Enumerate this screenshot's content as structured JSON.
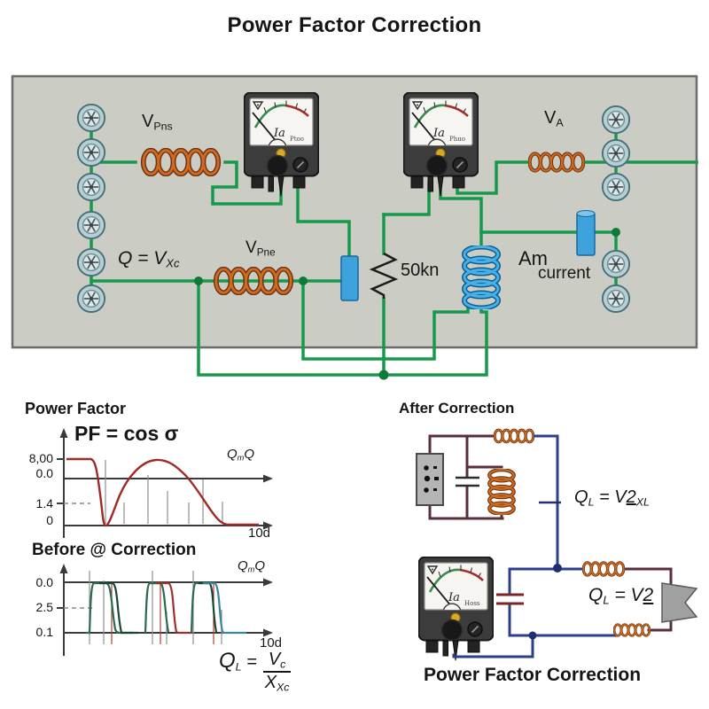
{
  "title": "Power Factor Correction",
  "panel": {
    "vpns": {
      "main": "V",
      "sub": "Pns"
    },
    "va": {
      "main": "V",
      "sub": "A"
    },
    "q_vxc": {
      "main": "Q = V",
      "sub": "Xc"
    },
    "vpne": {
      "main": "V",
      "sub": "Pne"
    },
    "resistor_value": "50kn",
    "am": "Am",
    "current": "current"
  },
  "meters": [
    {
      "reading": "Ia",
      "unit": "Ptoo"
    },
    {
      "reading": "Ia",
      "unit": "Phuo"
    },
    {
      "reading": "Ia",
      "unit": "Hoss"
    }
  ],
  "pf_graph": {
    "heading": "Power Factor",
    "formula": "PF = cos σ",
    "y_labels": [
      "8,00",
      "0.0",
      "1.4",
      "0"
    ],
    "x_axis_label": {
      "main": "Q",
      "sub": "m",
      "tail": "Q"
    },
    "x_end_label": "10d"
  },
  "before_graph": {
    "heading": "Before @ Correction",
    "y_labels": [
      "0.0",
      "2.5",
      "0.1"
    ],
    "x_axis_label": {
      "main": "Q",
      "sub": "m",
      "tail": "Q"
    },
    "x_end_label": "10d",
    "formula": {
      "lhs_main": "Q",
      "lhs_sub": "L",
      "eq": "=",
      "num_main": "V",
      "num_sub": "c",
      "den_main": "X",
      "den_sub": "Xc"
    }
  },
  "after_circuit": {
    "heading": "After Correction",
    "formula_xl": {
      "lhs_main": "Q",
      "lhs_sub": "L",
      "eq": "= V",
      "two": "2",
      "sub": "XL"
    },
    "formula_v2": {
      "lhs_main": "Q",
      "lhs_sub": "L",
      "eq": "= V",
      "two": "2"
    },
    "caption": "Power Factor Correction"
  },
  "colors": {
    "wire_green": "#17984a",
    "coil_orange": "#cf6a1e",
    "coil_blue": "#45b1e8",
    "wire_maroon": "#5a3038",
    "wire_navy": "#2b3f8c",
    "curve_red": "#9e2b25",
    "panel_bg": "#cbcdc4"
  }
}
